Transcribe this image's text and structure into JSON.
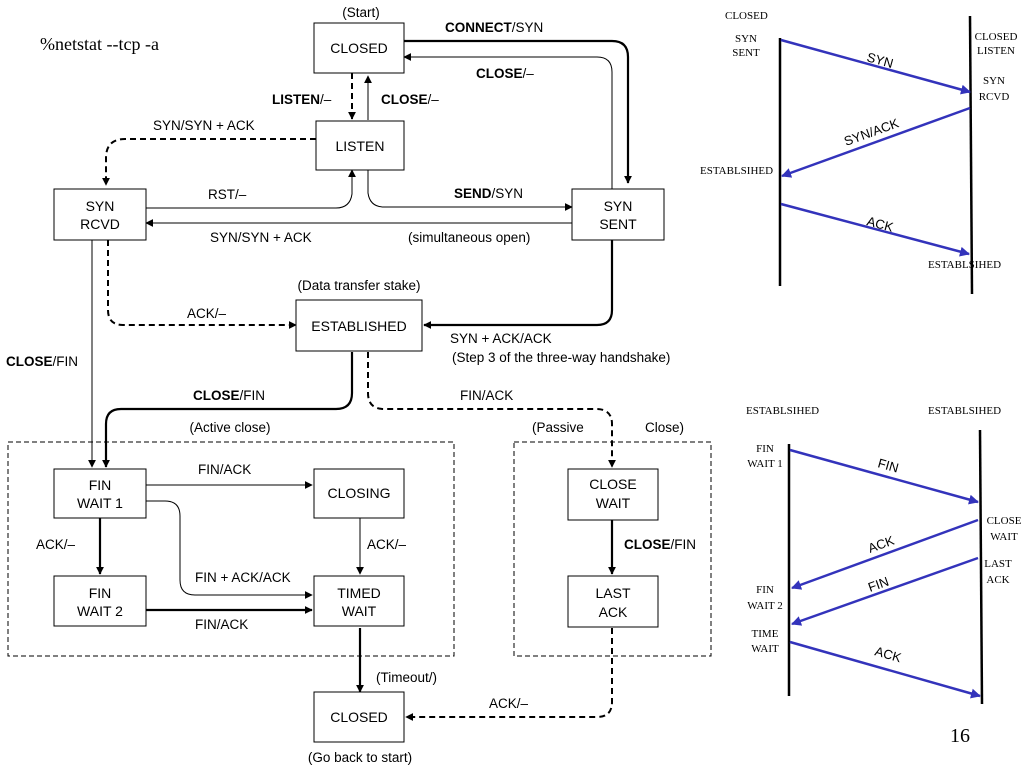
{
  "title": "%netstat --tcp -a",
  "page_number": "16",
  "colors": {
    "arrow": "#3333bb",
    "line": "#000000",
    "background": "#ffffff"
  },
  "states": {
    "closed_top": [
      "CLOSED"
    ],
    "listen": [
      "LISTEN"
    ],
    "syn_rcvd": [
      "SYN",
      "RCVD"
    ],
    "syn_sent": [
      "SYN",
      "SENT"
    ],
    "established": [
      "ESTABLISHED"
    ],
    "fin_wait_1": [
      "FIN",
      "WAIT 1"
    ],
    "closing": [
      "CLOSING"
    ],
    "fin_wait_2": [
      "FIN",
      "WAIT 2"
    ],
    "timed_wait": [
      "TIMED",
      "WAIT"
    ],
    "close_wait": [
      "CLOSE",
      "WAIT"
    ],
    "last_ack": [
      "LAST",
      "ACK"
    ],
    "closed_bottom": [
      "CLOSED"
    ]
  },
  "annotations": {
    "start": "(Start)",
    "data_transfer": "(Data transfer stake)",
    "active_close": "(Active close)",
    "passive": "(Passive",
    "close": "Close)",
    "timeout": "(Timeout/)",
    "go_back": "(Go back to start)",
    "step3": "(Step 3 of the three-way handshake)",
    "simultaneous": "(simultaneous open)"
  },
  "transitions": {
    "connect": {
      "bold": "CONNECT",
      "rest": "/SYN"
    },
    "close_syn_sent": {
      "bold": "CLOSE",
      "rest": "/–"
    },
    "listen": {
      "bold": "LISTEN",
      "rest": "/–"
    },
    "close_listen": {
      "bold": "CLOSE",
      "rest": "/–"
    },
    "syn_synack_top": "SYN/SYN + ACK",
    "rst": "RST/–",
    "send": {
      "bold": "SEND",
      "rest": "/SYN"
    },
    "syn_synack_bottom": "SYN/SYN + ACK",
    "ack_established": "ACK/–",
    "synack_ack": "SYN + ACK/ACK",
    "close_fin_left": {
      "bold": "CLOSE",
      "rest": "/FIN"
    },
    "close_fin_mid": {
      "bold": "CLOSE",
      "rest": "/FIN"
    },
    "fin_ack_passive": "FIN/ACK",
    "fin_ack_closing": "FIN/ACK",
    "ack_fw2": "ACK/–",
    "ack_tw": "ACK/–",
    "fin_ack_ack": "FIN + ACK/ACK",
    "fin_ack_fw2": "FIN/ACK",
    "close_fin_cw": {
      "bold": "CLOSE",
      "rest": "/FIN"
    },
    "ack_closed": "ACK/–"
  },
  "handshake": {
    "client_top": "CLOSED",
    "client_state1": [
      "SYN",
      "SENT"
    ],
    "server_state0": [
      "CLOSED",
      "LISTEN"
    ],
    "server_state1": [
      "SYN",
      "RCVD"
    ],
    "client_state2": "ESTABLSIHED",
    "server_state2": "ESTABLSIHED",
    "messages": [
      "SYN",
      "SYN/ACK",
      "ACK"
    ]
  },
  "teardown": {
    "client_top": "ESTABLSIHED",
    "server_top": "ESTABLSIHED",
    "client_fw1": [
      "FIN",
      "WAIT 1"
    ],
    "server_cw": [
      "CLOSE",
      "WAIT"
    ],
    "server_la": [
      "LAST",
      "ACK"
    ],
    "client_fw2": [
      "FIN",
      "WAIT 2"
    ],
    "client_tw": [
      "TIME",
      "WAIT"
    ],
    "messages": [
      "FIN",
      "ACK",
      "FIN",
      "ACK"
    ]
  }
}
